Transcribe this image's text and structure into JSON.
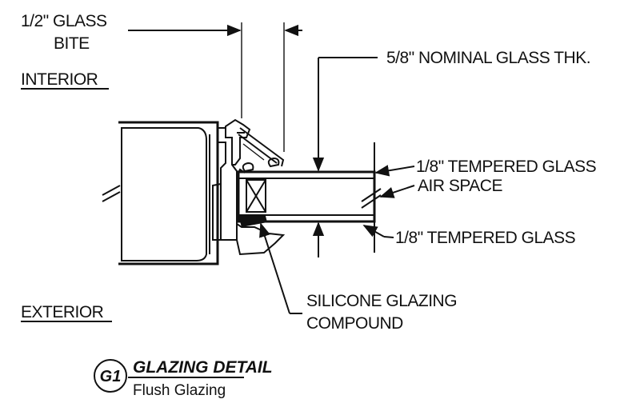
{
  "labels": {
    "glass_bite_line1": "1/2\" GLASS",
    "glass_bite_line2": "BITE",
    "interior": "INTERIOR",
    "exterior": "EXTERIOR",
    "nominal_thickness": "5/8\" NOMINAL GLASS THK.",
    "tempered_top": "1/8\" TEMPERED GLASS",
    "air_space": "AIR SPACE",
    "tempered_bottom": "1/8\" TEMPERED GLASS",
    "silicone_line1": "SILICONE GLAZING",
    "silicone_line2": "COMPOUND"
  },
  "title_block": {
    "badge": "G1",
    "title": "GLAZING DETAIL",
    "subtitle": "Flush Glazing"
  }
}
